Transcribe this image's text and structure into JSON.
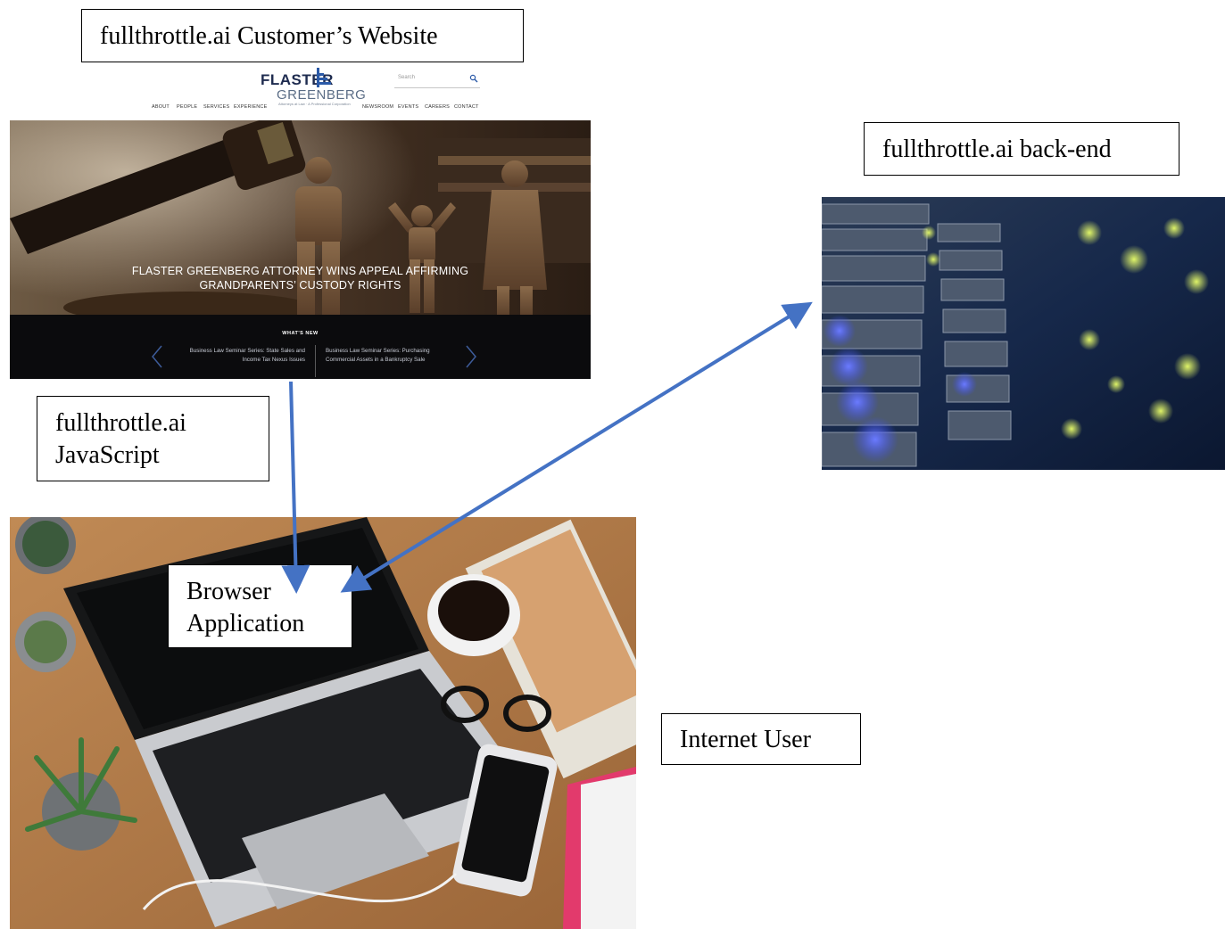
{
  "labels": {
    "website": "fullthrottle.ai Customer’s Website",
    "backend": "fullthrottle.ai back-end",
    "javascript_line1": "fullthrottle.ai",
    "javascript_line2": "JavaScript",
    "browser_line1": "Browser",
    "browser_line2": "Application",
    "internet_user": "Internet User"
  },
  "website_screenshot": {
    "logo_top": "FLASTER",
    "logo_bottom": "GREENBERG",
    "logo_tagline": "Attorneys at Law · A Professional Corporation",
    "search_placeholder": "Search",
    "nav_left": [
      "ABOUT",
      "PEOPLE",
      "SERVICES",
      "EXPERIENCE"
    ],
    "nav_right": [
      "NEWSROOM",
      "EVENTS",
      "CAREERS",
      "CONTACT"
    ],
    "hero_title_line1": "FLASTER GREENBERG ATTORNEY WINS APPEAL AFFIRMING",
    "hero_title_line2": "GRANDPARENTS’ CUSTODY RIGHTS",
    "whats_new": "WHAT'S NEW",
    "news": [
      {
        "line1": "Business Law Seminar Series: State Sales and",
        "line2": "Income Tax Nexus Issues"
      },
      {
        "line1": "Business Law Seminar Series: Purchasing",
        "line2": "Commercial Assets in a Bankruptcy Sale"
      }
    ]
  },
  "colors": {
    "arrow": "#4472c4",
    "label_border": "#000000"
  }
}
